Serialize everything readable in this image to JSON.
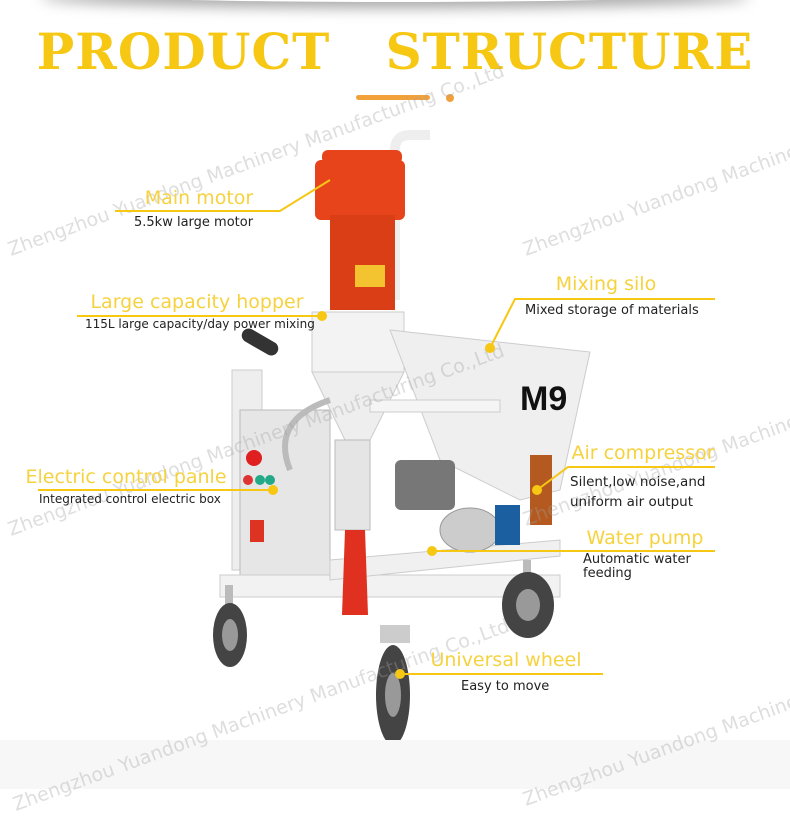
{
  "title": {
    "left": "PRODUCT",
    "right": "STRUCTURE"
  },
  "watermark": "Zhengzhou Yuandong Machinery Manufacturing Co.,Ltd",
  "machine_label": "M9",
  "accent_color": "#f6c713",
  "bar_color": "#f2a13a",
  "callouts": {
    "main_motor": {
      "title": "Main motor",
      "desc": "5.5kw large motor"
    },
    "hopper": {
      "title": "Large capacity hopper",
      "desc": "115L large capacity/day power mixing"
    },
    "control": {
      "title": "Electric control panle",
      "desc": "Integrated control electric box"
    },
    "silo": {
      "title": "Mixing silo",
      "desc": "Mixed storage of materials"
    },
    "compressor": {
      "title": "Air compressor",
      "desc1": "Silent,low noise,and",
      "desc2": "uniform air output"
    },
    "pump": {
      "title": "Water pump",
      "desc1": "Automatic water",
      "desc2": "feeding"
    },
    "wheel": {
      "title": "Universal wheel",
      "desc": "Easy to move"
    }
  }
}
